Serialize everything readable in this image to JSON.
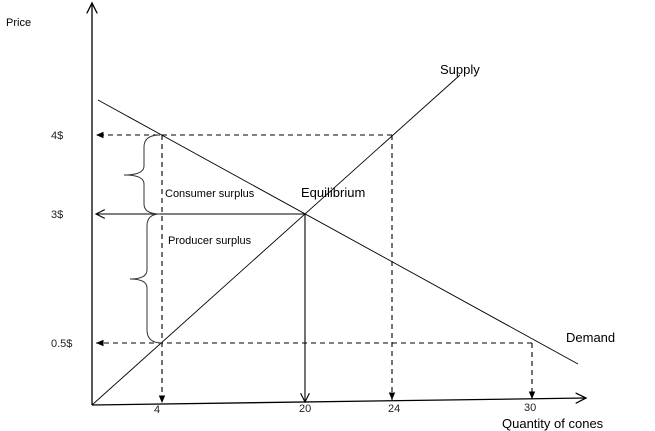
{
  "labels": {
    "y_axis": "Price",
    "x_axis": "Quantity of cones",
    "supply": "Supply",
    "demand": "Demand",
    "equilibrium": "Equilibrium",
    "consumer_surplus": "Consumer surplus",
    "producer_surplus": "Producer surplus"
  },
  "price_ticks": [
    "4$",
    "3$",
    "0.5$"
  ],
  "quantity_ticks": [
    "4",
    "20",
    "24",
    "30"
  ],
  "chart_data": {
    "type": "line",
    "series": [
      {
        "name": "Supply",
        "points": [
          [
            0,
            0
          ],
          [
            4,
            0.5
          ],
          [
            20,
            3
          ],
          [
            24,
            4
          ]
        ]
      },
      {
        "name": "Demand",
        "points": [
          [
            4,
            4
          ],
          [
            20,
            3
          ],
          [
            30,
            0.5
          ]
        ]
      }
    ],
    "equilibrium": {
      "quantity": 20,
      "price": 3
    },
    "xlabel": "Quantity of cones",
    "ylabel": "Price"
  }
}
